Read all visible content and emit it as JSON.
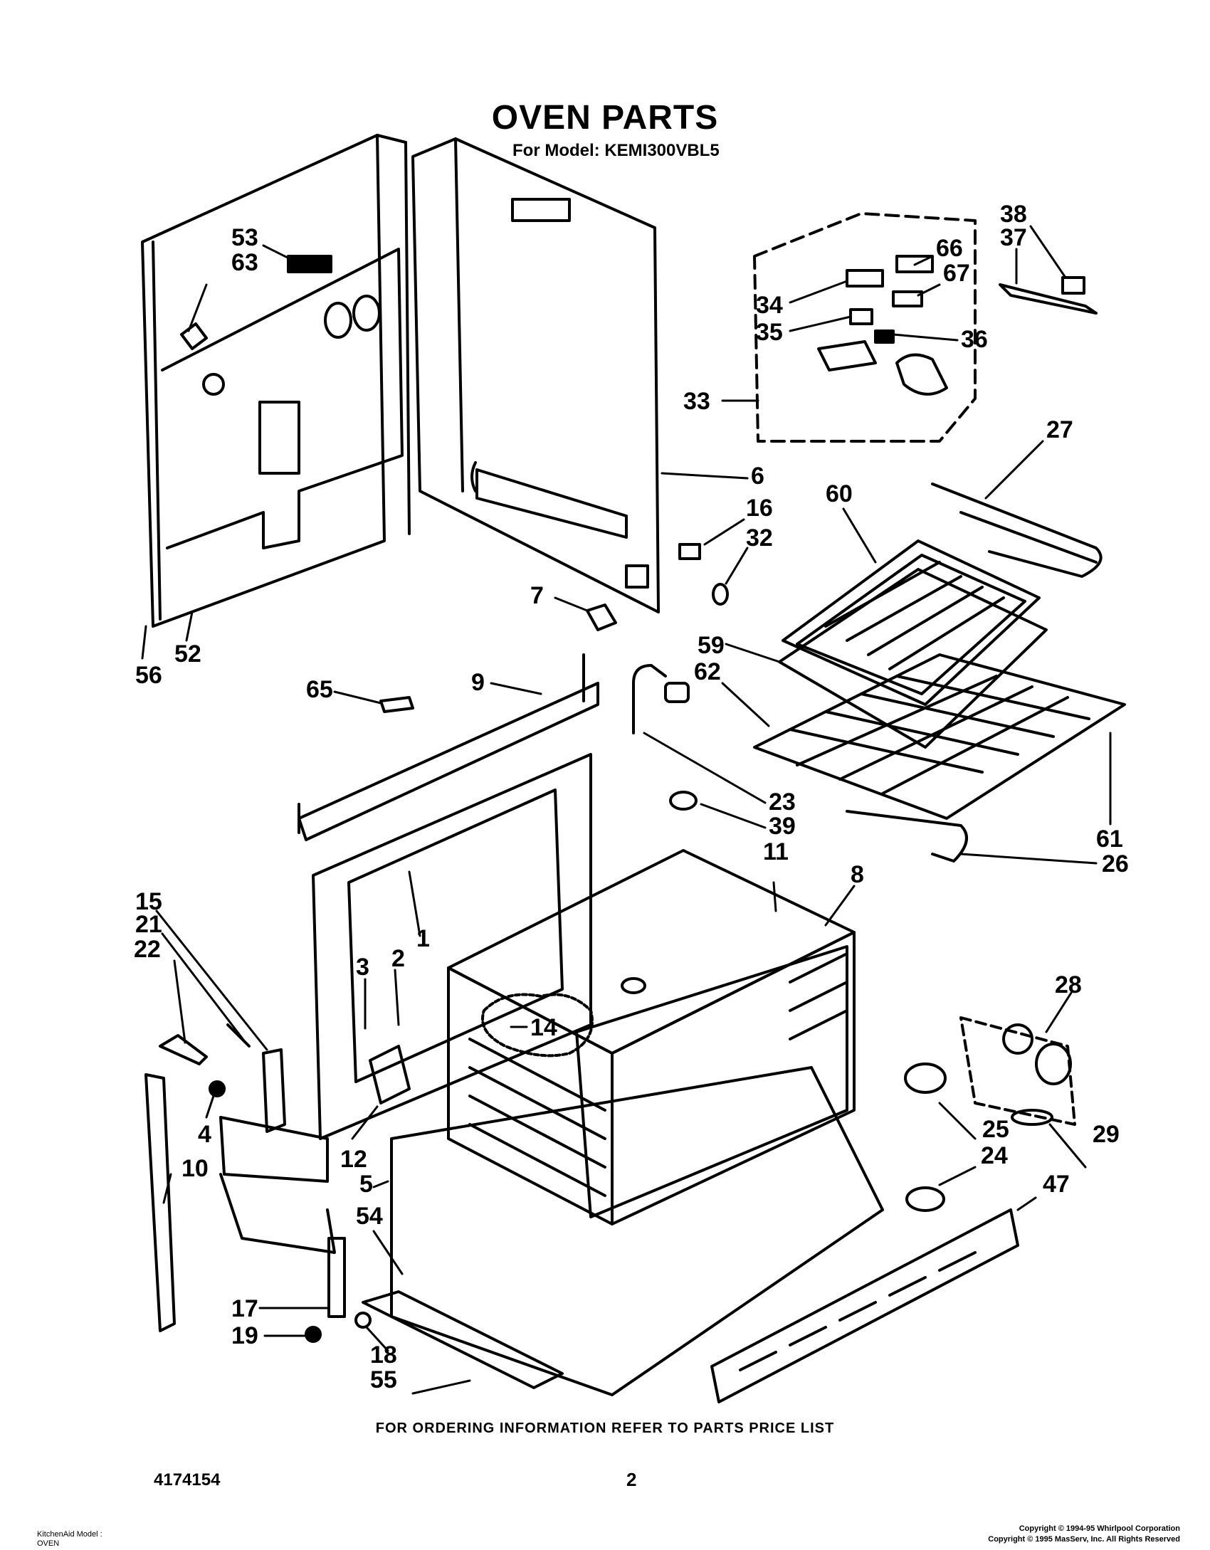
{
  "header": {
    "title": "OVEN PARTS",
    "subtitle": "For Model: KEMI300VBL5"
  },
  "labels": {
    "l53": "53",
    "l63": "63",
    "l52": "52",
    "l56": "56",
    "l6": "6",
    "l16": "16",
    "l32": "32",
    "l7": "7",
    "l38": "38",
    "l37": "37",
    "l66": "66",
    "l67": "67",
    "l34": "34",
    "l35": "35",
    "l36": "36",
    "l33": "33",
    "l27": "27",
    "l60": "60",
    "l59": "59",
    "l62": "62",
    "l61": "61",
    "l26": "26",
    "l65": "65",
    "l9": "9",
    "l23": "23",
    "l39": "39",
    "l11": "11",
    "l8": "8",
    "l15": "15",
    "l21": "21",
    "l22": "22",
    "l1": "1",
    "l3": "3",
    "l2": "2",
    "l14": "14",
    "l4": "4",
    "l10": "10",
    "l12": "12",
    "l5": "5",
    "l54": "54",
    "l28": "28",
    "l25": "25",
    "l29": "29",
    "l24": "24",
    "l47": "47",
    "l17": "17",
    "l19": "19",
    "l18": "18",
    "l55": "55"
  },
  "footer": {
    "ordering_note": "FOR ORDERING INFORMATION REFER TO PARTS PRICE LIST",
    "doc_number": "4174154",
    "page_number": "2",
    "model_line1": "KitchenAid Model :",
    "model_line2": "OVEN",
    "copyright1": "Copyright © 1994-95 Whirlpool Corporation",
    "copyright2": "Copyright © 1995 MasServ, Inc.  All Rights Reserved"
  }
}
